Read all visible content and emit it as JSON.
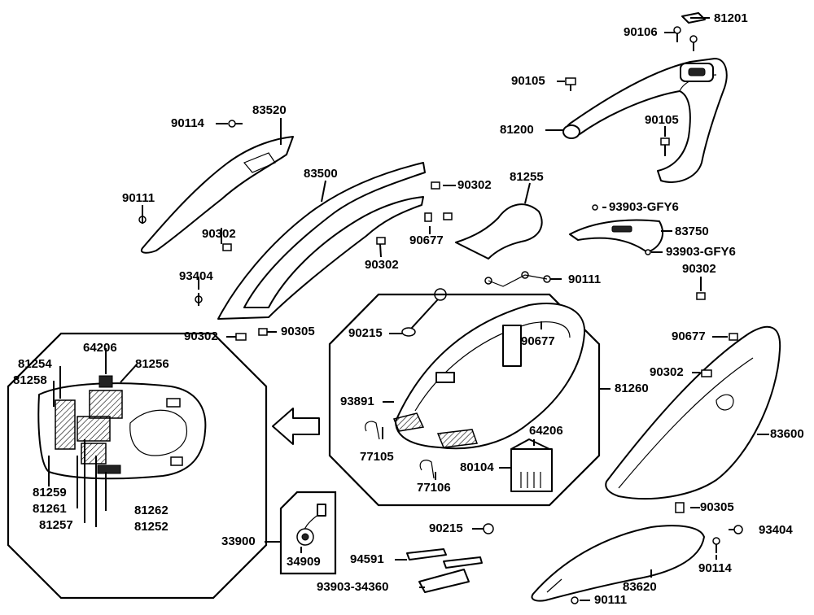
{
  "parts": {
    "p81201": "81201",
    "p90106": "90106",
    "p90105a": "90105",
    "p81200": "81200",
    "p90105b": "90105",
    "p83520": "83520",
    "p90114a": "90114",
    "p90111a": "90111",
    "p83500": "83500",
    "p90302a": "90302",
    "p81255": "81255",
    "p93903a": "93903-GFY6",
    "p83750": "83750",
    "p93903b": "93903-GFY6",
    "p90302b": "90302",
    "p90677a": "90677",
    "p90302c": "90302",
    "p93404a": "93404",
    "p90302d": "90302",
    "p90111b": "90111",
    "p90302e": "90302",
    "p90305a": "90305",
    "p90215a": "90215",
    "p90677b": "90677",
    "p90677c": "90677",
    "p64206a": "64206",
    "p81254": "81254",
    "p81256": "81256",
    "p81258": "81258",
    "p81260": "81260",
    "p90302f": "90302",
    "p93891": "93891",
    "p64206b": "64206",
    "p77105": "77105",
    "p80104": "80104",
    "p77106": "77106",
    "p83600": "83600",
    "p81259": "81259",
    "p81261": "81261",
    "p81262": "81262",
    "p81257": "81257",
    "p81252": "81252",
    "p90305b": "90305",
    "p33900": "33900",
    "p90215b": "90215",
    "p93404b": "93404",
    "p34909": "34909",
    "p94591": "94591",
    "p90114b": "90114",
    "p93903c": "93903-34360",
    "p83620": "83620",
    "p90111c": "90111"
  }
}
